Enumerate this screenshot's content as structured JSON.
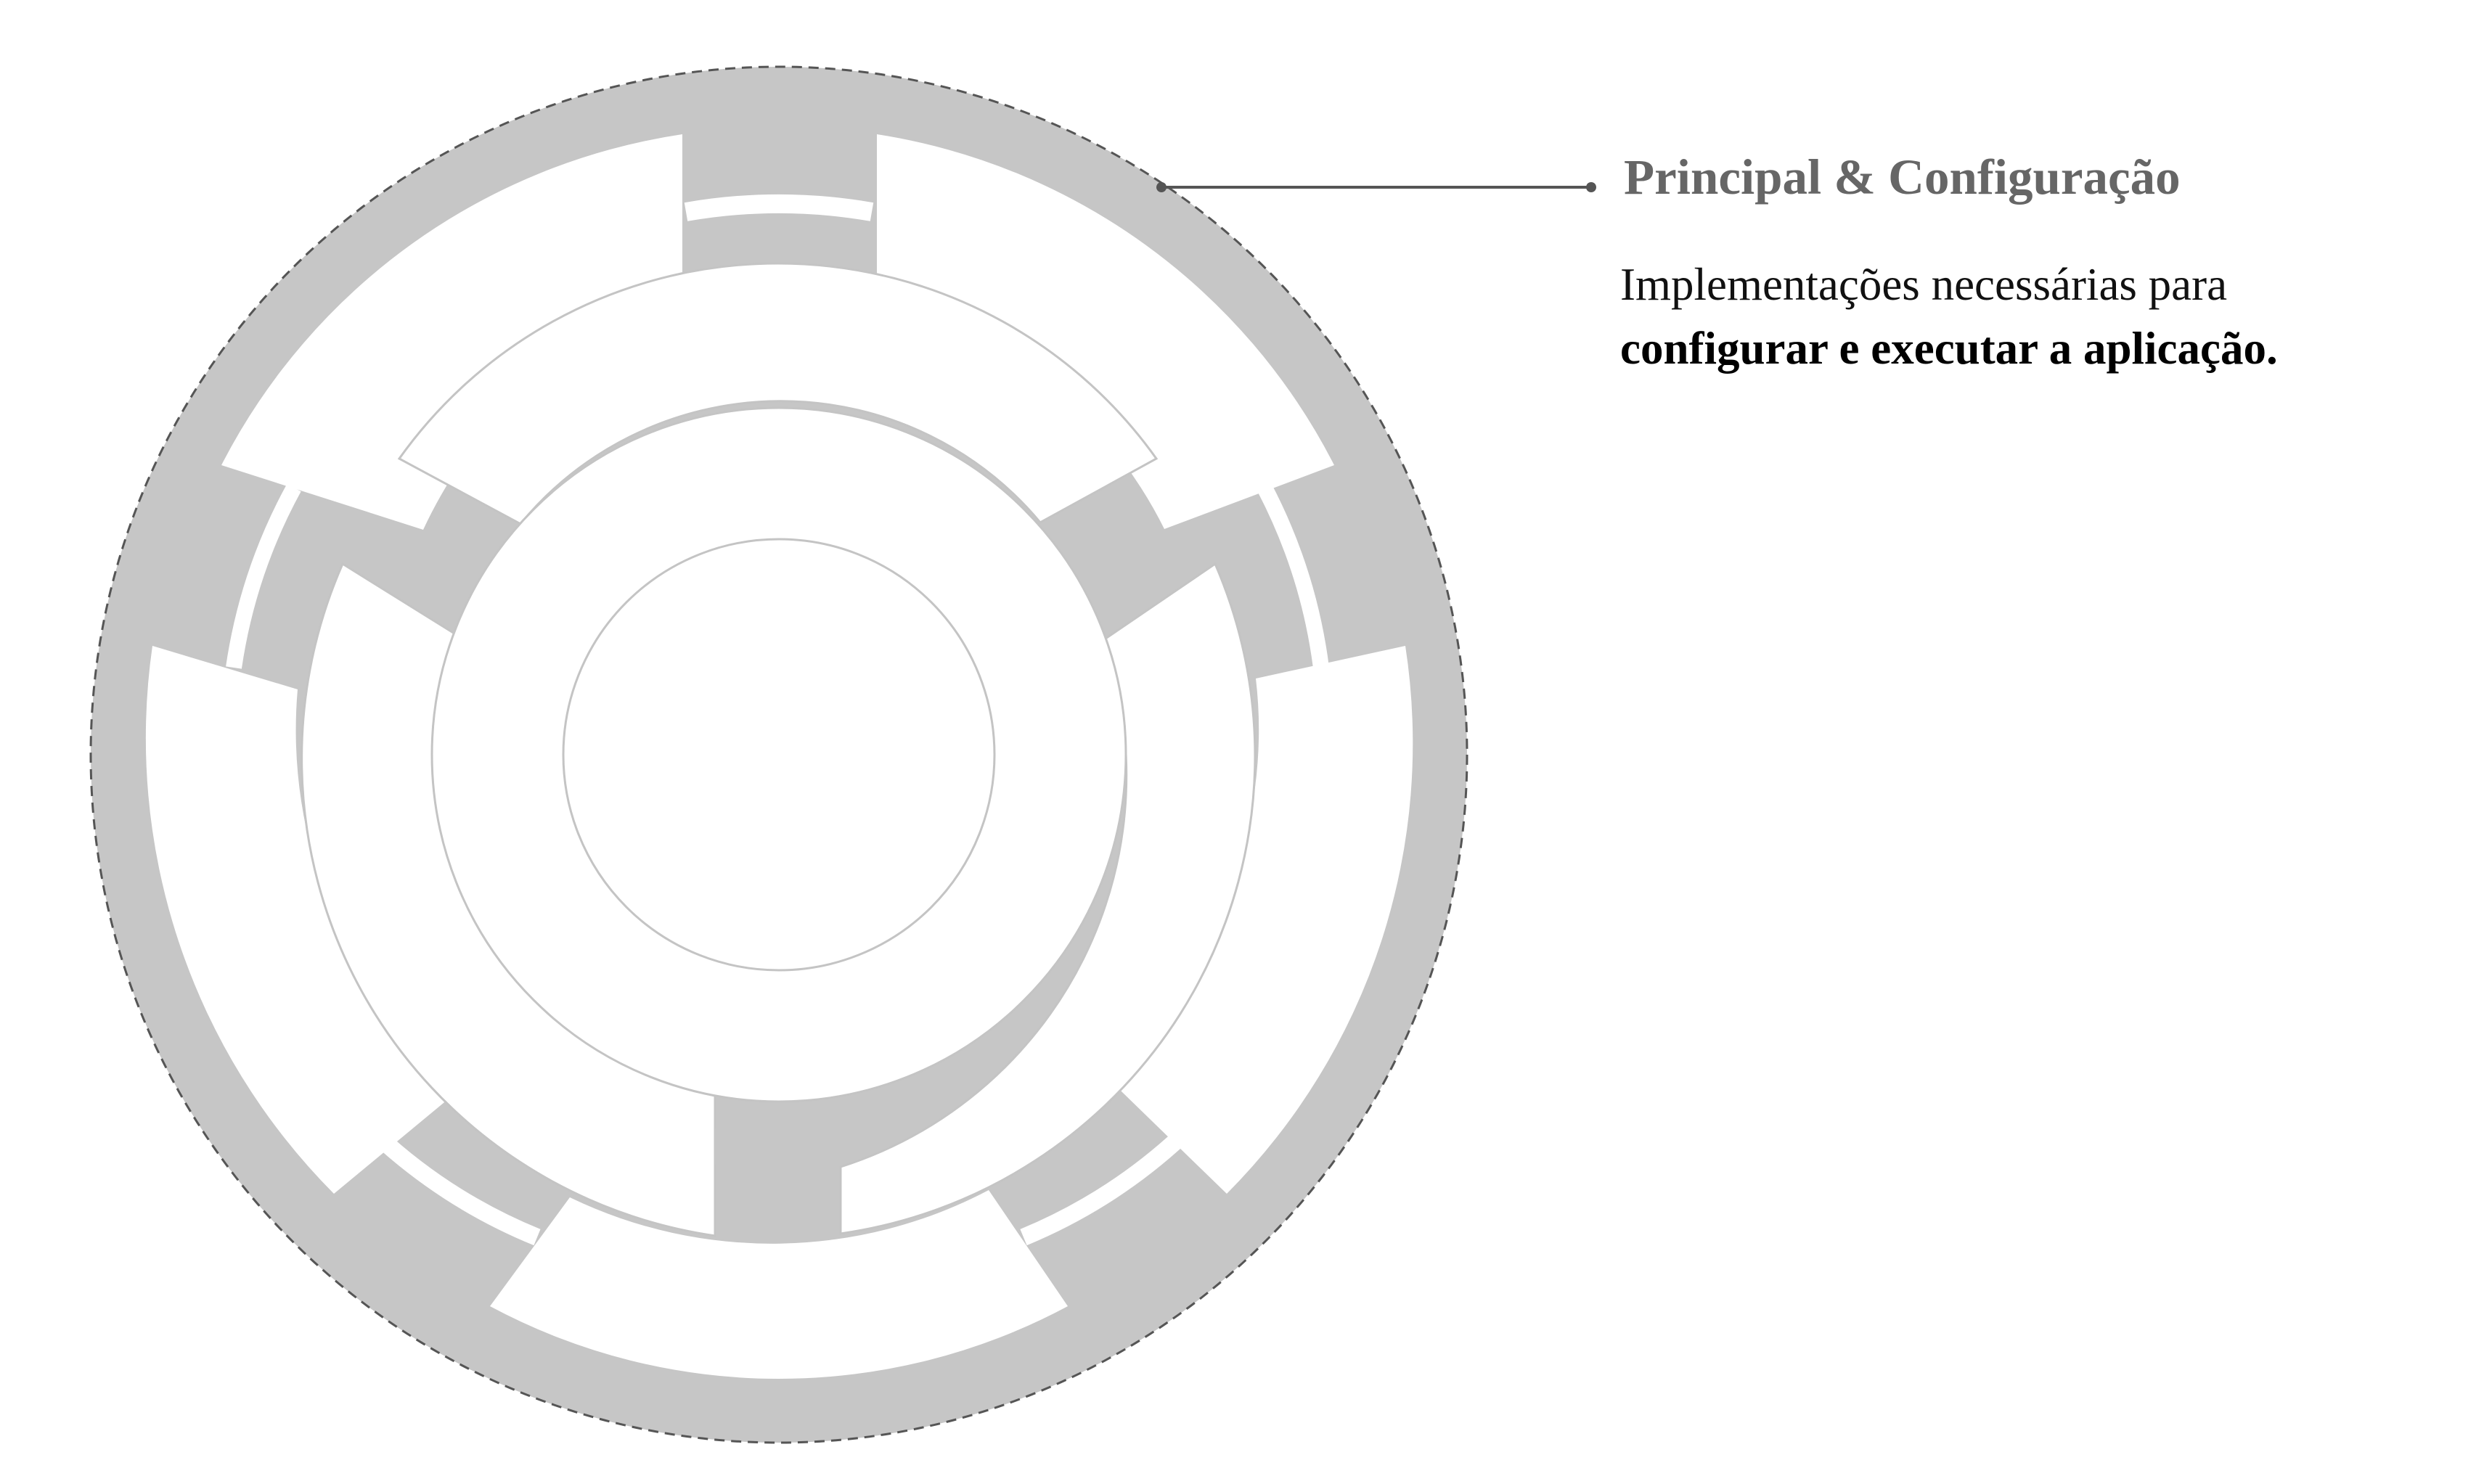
{
  "colors": {
    "ring_fill": "#c6c6c6",
    "segment_fill": "#ffffff",
    "segment_stroke": "#c4c4c4",
    "dashed_outline": "#555555",
    "callout_line": "#555555",
    "title_color": "#666666",
    "text_color": "#111111"
  },
  "callout": {
    "title": "Principal & Configuração",
    "description_line1": "Implementações necessárias para",
    "description_line2": "configurar e executar a aplicação."
  }
}
